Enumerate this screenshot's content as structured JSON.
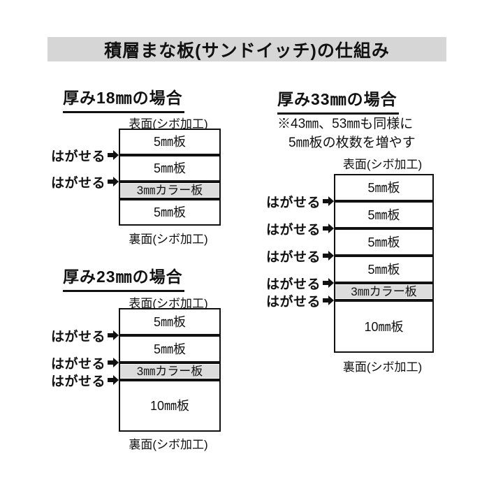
{
  "title": "積層まな板(サンドイッチ)の仕組み",
  "shared_labels": {
    "peel": "はがせる",
    "front_face": "表面(シボ加工)",
    "back_face": "裏面(シボ加工)"
  },
  "colors": {
    "background": "#ffffff",
    "title_bar_bg": "#d6d6d6",
    "color_board_bg": "#dcdcdc",
    "line": "#111111"
  },
  "diagrams": [
    {
      "id": "thickness-18mm",
      "heading": "厚み18㎜の場合",
      "note_lines": [],
      "layers": [
        {
          "label": "5㎜板",
          "thickness_mm": 5,
          "is_color_board": false
        },
        {
          "label": "5㎜板",
          "thickness_mm": 5,
          "is_color_board": false
        },
        {
          "label": "3㎜カラー板",
          "thickness_mm": 3,
          "is_color_board": true
        },
        {
          "label": "5㎜板",
          "thickness_mm": 5,
          "is_color_board": false
        }
      ],
      "peel_after_layer": [
        0,
        1
      ]
    },
    {
      "id": "thickness-23mm",
      "heading": "厚み23㎜の場合",
      "note_lines": [],
      "layers": [
        {
          "label": "5㎜板",
          "thickness_mm": 5,
          "is_color_board": false
        },
        {
          "label": "5㎜板",
          "thickness_mm": 5,
          "is_color_board": false
        },
        {
          "label": "3㎜カラー板",
          "thickness_mm": 3,
          "is_color_board": true
        },
        {
          "label": "10㎜板",
          "thickness_mm": 10,
          "is_color_board": false
        }
      ],
      "peel_after_layer": [
        0,
        1,
        2
      ]
    },
    {
      "id": "thickness-33mm",
      "heading": "厚み33㎜の場合",
      "note_lines": [
        "※43㎜、53㎜も同様に",
        "5㎜板の枚数を増やす"
      ],
      "layers": [
        {
          "label": "5㎜板",
          "thickness_mm": 5,
          "is_color_board": false
        },
        {
          "label": "5㎜板",
          "thickness_mm": 5,
          "is_color_board": false
        },
        {
          "label": "5㎜板",
          "thickness_mm": 5,
          "is_color_board": false
        },
        {
          "label": "5㎜板",
          "thickness_mm": 5,
          "is_color_board": false
        },
        {
          "label": "3㎜カラー板",
          "thickness_mm": 3,
          "is_color_board": true
        },
        {
          "label": "10㎜板",
          "thickness_mm": 10,
          "is_color_board": false
        }
      ],
      "peel_after_layer": [
        0,
        1,
        2,
        3,
        4
      ]
    }
  ]
}
